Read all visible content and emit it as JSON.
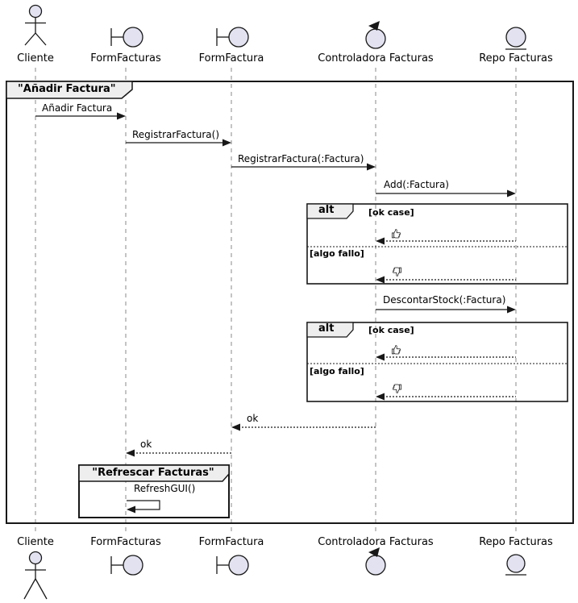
{
  "diagram": {
    "type": "uml-sequence-diagram",
    "participants": [
      {
        "name": "Cliente",
        "kind": "actor"
      },
      {
        "name": "FormFacturas",
        "kind": "boundary"
      },
      {
        "name": "FormFactura",
        "kind": "boundary"
      },
      {
        "name": "Controladora Facturas",
        "kind": "control"
      },
      {
        "name": "Repo Facturas",
        "kind": "entity"
      }
    ],
    "frames": {
      "main": {
        "title": "\"Añadir Factura\""
      },
      "alt1": {
        "operator": "alt",
        "sections": [
          "[ok case]",
          "[algo fallo]"
        ]
      },
      "alt2": {
        "operator": "alt",
        "sections": [
          "[ok case]",
          "[algo fallo]"
        ]
      },
      "refresh": {
        "title": "\"Refrescar Facturas\""
      }
    },
    "messages": [
      {
        "label": "Añadir Factura",
        "from": "Cliente",
        "to": "FormFacturas",
        "style": "solid"
      },
      {
        "label": "RegistrarFactura()",
        "from": "FormFacturas",
        "to": "FormFactura",
        "style": "solid"
      },
      {
        "label": "RegistrarFactura(:Factura)",
        "from": "FormFactura",
        "to": "Controladora Facturas",
        "style": "solid"
      },
      {
        "label": "Add(:Factura)",
        "from": "Controladora Facturas",
        "to": "Repo Facturas",
        "style": "solid"
      },
      {
        "label": "👍",
        "from": "Repo Facturas",
        "to": "Controladora Facturas",
        "style": "dashed-return"
      },
      {
        "label": "👎",
        "from": "Repo Facturas",
        "to": "Controladora Facturas",
        "style": "dashed-return"
      },
      {
        "label": "DescontarStock(:Factura)",
        "from": "Controladora Facturas",
        "to": "Repo Facturas",
        "style": "solid"
      },
      {
        "label": "👍",
        "from": "Repo Facturas",
        "to": "Controladora Facturas",
        "style": "dashed-return"
      },
      {
        "label": "👎",
        "from": "Repo Facturas",
        "to": "Controladora Facturas",
        "style": "dashed-return"
      },
      {
        "label": "ok",
        "from": "Controladora Facturas",
        "to": "FormFactura",
        "style": "dashed-return"
      },
      {
        "label": "ok",
        "from": "FormFactura",
        "to": "FormFacturas",
        "style": "dashed-return"
      },
      {
        "label": "RefreshGUI()",
        "from": "FormFacturas",
        "to": "FormFacturas",
        "style": "self"
      }
    ],
    "colors": {
      "participant_fill": "#E2E2F0",
      "participant_stroke": "#181818",
      "frame_tab_fill": "#EEEEEE",
      "line": "#181818",
      "lifeline": "#888888",
      "background": "#FFFFFF"
    }
  }
}
